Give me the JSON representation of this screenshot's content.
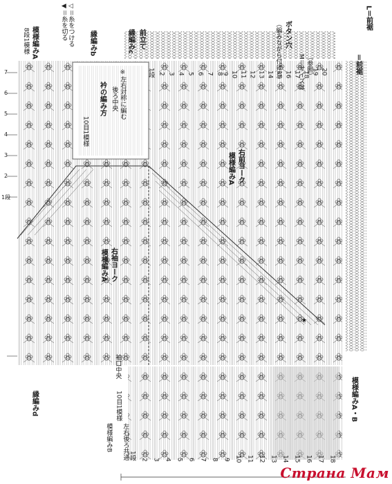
{
  "labels": {
    "pattern_a_top": "模様編みA",
    "pattern_a_top_note": "8段1模様",
    "yarn_attach": "◁＝糸をつける",
    "yarn_cut": "◀＝糸を切る",
    "pattern_b": "縁編みb",
    "pattern_b_note": "10目1模様",
    "collar": "衿の編み方",
    "center_back_note": "後ろ中央",
    "left_right_note": "※左右対称に編む",
    "front_band": "前立て",
    "pattern_c": "縁編みc",
    "buttonhole": "ボタン穴",
    "buttonhole_note": "（編みながら付ける）",
    "right_front_yoke": "右前ヨーク",
    "right_front_yoke_pattern": "模様編みA",
    "right_sleeve_yoke": "右袖ヨーク",
    "right_sleeve_yoke_pattern": "模様編みA",
    "sleeve_center": "袖口中央",
    "pattern_d": "縁編みd",
    "pattern_ab": "模様編みA・B",
    "front_hem": "前裾",
    "back_hem": "＝前裾",
    "bottom_note": "10目1模様",
    "pattern_b_bottom": "模様編みB",
    "pattern_b_bottom_note": "左右後ろ共通",
    "row1": "1段",
    "m_label": "M＝サイズは",
    "m_label2": "（参照）",
    "l_label": "L＝前裾"
  },
  "row_numbers_left": [
    "1段",
    "2",
    "3",
    "4",
    "5",
    "6",
    "7"
  ],
  "row_numbers_top": [
    "1段",
    "2",
    "3",
    "4",
    "5",
    "6",
    "7",
    "8",
    "9",
    "10",
    "11",
    "12",
    "13",
    "14",
    "15",
    "16",
    "17",
    "18",
    "19",
    "20"
  ],
  "row_numbers_bottom": [
    "1段",
    "2",
    "3",
    "4",
    "5",
    "6",
    "7",
    "8",
    "9",
    "10",
    "11",
    "12",
    "13",
    "14",
    "15",
    "16",
    "17",
    "18"
  ],
  "watermark": "Страна Мам"
}
